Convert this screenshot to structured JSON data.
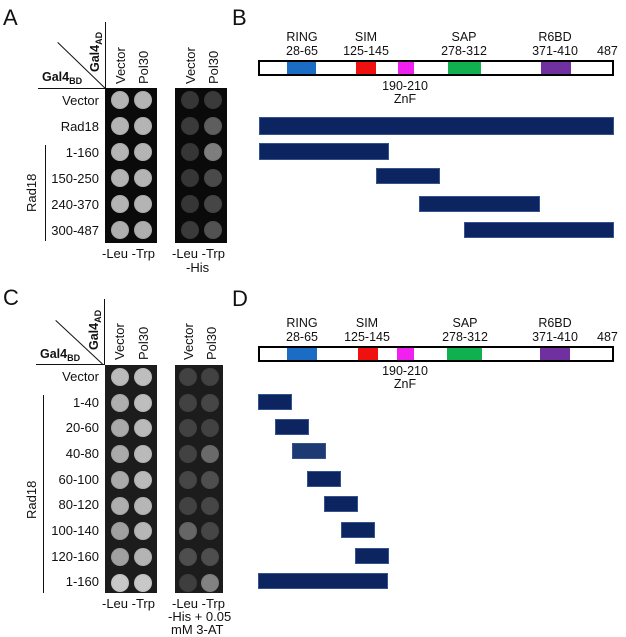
{
  "panels": {
    "A": {
      "letter": "A",
      "header_ad": "Gal4",
      "header_ad_sub": "AD",
      "header_bd": "Gal4",
      "header_bd_sub": "BD",
      "columns": [
        "Vector",
        "Pol30",
        "Vector",
        "Pol30"
      ],
      "rows": [
        "Vector",
        "Rad18",
        "1-160",
        "150-250",
        "240-370",
        "300-487"
      ],
      "group_label": "Rad18",
      "media": [
        "-Leu -Trp",
        "-Leu -Trp",
        "-His"
      ],
      "spots_left": [
        [
          0.75,
          0.75
        ],
        [
          0.75,
          0.75
        ],
        [
          0.75,
          0.75
        ],
        [
          0.75,
          0.75
        ],
        [
          0.75,
          0.75
        ],
        [
          0.72,
          0.72
        ]
      ],
      "spots_right": [
        [
          0.12,
          0.14
        ],
        [
          0.14,
          0.32
        ],
        [
          0.12,
          0.48
        ],
        [
          0.12,
          0.22
        ],
        [
          0.12,
          0.2
        ],
        [
          0.14,
          0.26
        ]
      ]
    },
    "B": {
      "letter": "B",
      "length": "487",
      "domains": [
        {
          "name": "RING",
          "range": "28-65",
          "color": "#1a6cc4"
        },
        {
          "name": "SIM",
          "range": "125-145",
          "color": "#f01010"
        },
        {
          "name": "ZnF",
          "range": "190-210",
          "color": "#f020f0"
        },
        {
          "name": "SAP",
          "range": "278-312",
          "color": "#10b050"
        },
        {
          "name": "R6BD",
          "range": "371-410",
          "color": "#7030a0"
        }
      ],
      "fragments": [
        "1-487",
        "1-160",
        "150-250",
        "240-370",
        "300-487"
      ]
    },
    "C": {
      "letter": "C",
      "header_ad": "Gal4",
      "header_ad_sub": "AD",
      "header_bd": "Gal4",
      "header_bd_sub": "BD",
      "columns": [
        "Vector",
        "Pol30",
        "Vector",
        "Pol30"
      ],
      "rows": [
        "Vector",
        "1-40",
        "20-60",
        "40-80",
        "60-100",
        "80-120",
        "100-140",
        "120-160",
        "1-160"
      ],
      "group_label": "Rad18",
      "media": [
        "-Leu -Trp",
        "-Leu -Trp",
        "-His + 0.05",
        "mM 3-AT"
      ],
      "spots_left": [
        [
          0.78,
          0.8
        ],
        [
          0.72,
          0.8
        ],
        [
          0.7,
          0.78
        ],
        [
          0.7,
          0.78
        ],
        [
          0.7,
          0.78
        ],
        [
          0.72,
          0.76
        ],
        [
          0.65,
          0.76
        ],
        [
          0.65,
          0.75
        ],
        [
          0.85,
          0.85
        ]
      ],
      "spots_right": [
        [
          0.18,
          0.18
        ],
        [
          0.18,
          0.2
        ],
        [
          0.18,
          0.18
        ],
        [
          0.18,
          0.38
        ],
        [
          0.2,
          0.24
        ],
        [
          0.18,
          0.2
        ],
        [
          0.36,
          0.2
        ],
        [
          0.24,
          0.24
        ],
        [
          0.16,
          0.5
        ]
      ]
    },
    "D": {
      "letter": "D",
      "length": "487",
      "domains": [
        {
          "name": "RING",
          "range": "28-65",
          "color": "#1a6cc4"
        },
        {
          "name": "SIM",
          "range": "125-145",
          "color": "#f01010"
        },
        {
          "name": "ZnF",
          "range": "190-210",
          "color": "#f020f0"
        },
        {
          "name": "SAP",
          "range": "278-312",
          "color": "#10b050"
        },
        {
          "name": "R6BD",
          "range": "371-410",
          "color": "#7030a0"
        }
      ],
      "fragments": [
        "1-40",
        "20-60",
        "40-80",
        "60-100",
        "80-120",
        "100-140",
        "120-160",
        "1-160"
      ]
    }
  },
  "colors": {
    "fragment": "#0c2460",
    "fragment_border": "#35538f",
    "plate": "#0a0a0a"
  }
}
